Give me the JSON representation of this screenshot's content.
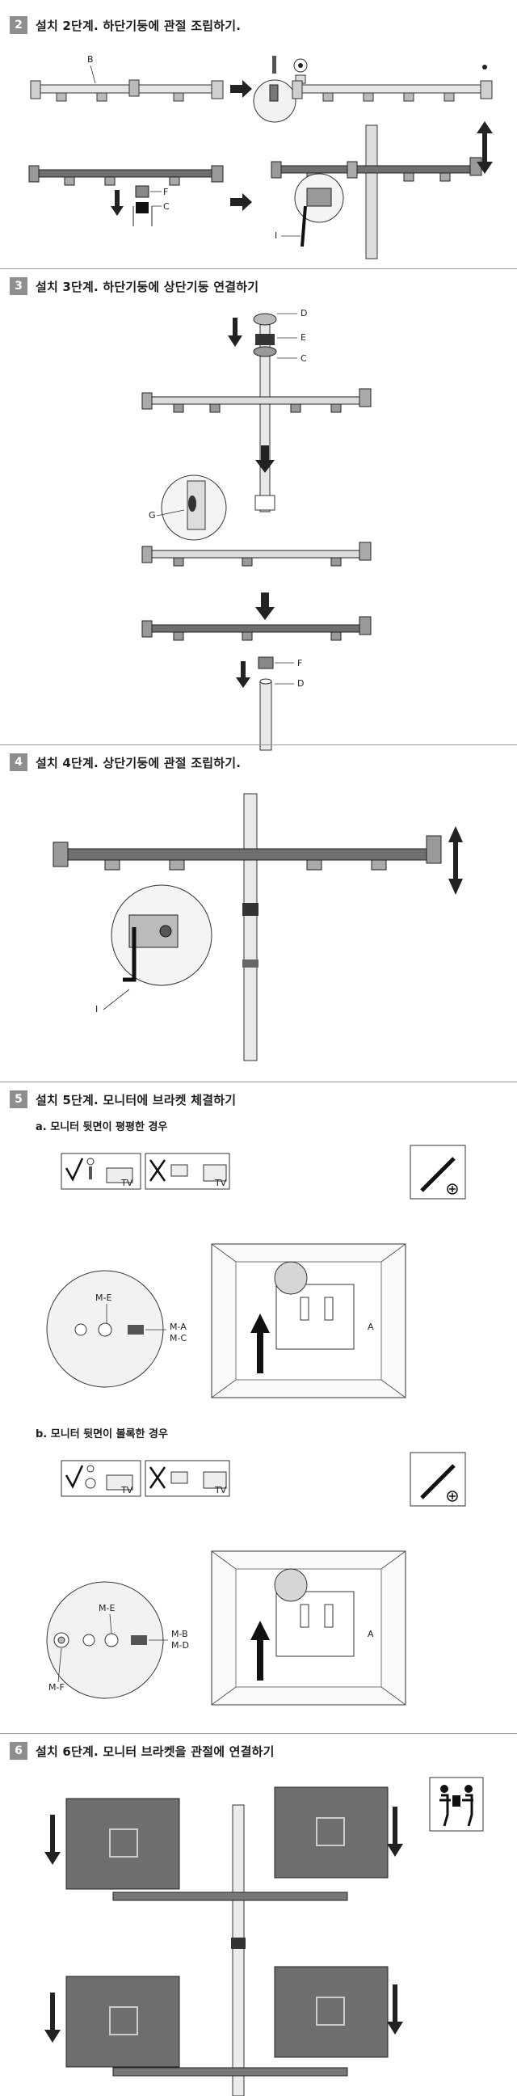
{
  "steps": [
    {
      "num": "2",
      "title": "설치 2단계. 하단기둥에 관절 조립하기."
    },
    {
      "num": "3",
      "title": "설치 3단계. 하단기둥에 상단기둥 연결하기"
    },
    {
      "num": "4",
      "title": "설치 4단계. 상단기둥에 관절 조립하기."
    },
    {
      "num": "5",
      "title": "설치 5단계. 모니터에 브라켓 체결하기",
      "sub_a": "a. 모니터 뒷면이 평평한 경우",
      "sub_b": "b. 모니터 뒷면이 볼록한 경우"
    },
    {
      "num": "6",
      "title": "설치 6단계. 모니터 브라켓을 관절에 연결하기"
    }
  ],
  "labels": {
    "B": "B",
    "C": "C",
    "D": "D",
    "E": "E",
    "F": "F",
    "G": "G",
    "I": "I",
    "A": "A",
    "ME": "M-E",
    "MA": "M-A",
    "MC": "M-C",
    "MB": "M-B",
    "MD": "M-D",
    "MF": "M-F",
    "TV": "TV"
  },
  "colors": {
    "badge": "#8e8e8e",
    "metal": "#6f6f6f",
    "dark": "#2a2a2a",
    "line": "#9a9a9a"
  },
  "icons": [
    "check-icon",
    "cross-icon",
    "screwdriver-icon",
    "two-person-icon",
    "arrow-icon"
  ]
}
